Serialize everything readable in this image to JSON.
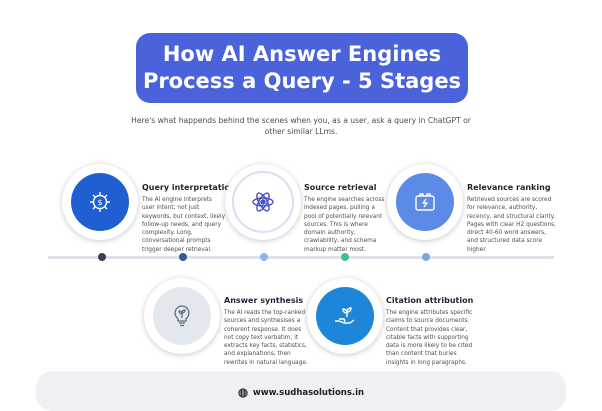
{
  "title": {
    "line1": "How AI Answer Engines",
    "line2": "Process a Query - 5 Stages"
  },
  "intro": "Here's what happends behind the scenes when you, as a user, ask a query in ChatGPT or other similar LLms.",
  "stages": [
    {
      "title": "Query interpretation",
      "description": "The AI engine interprets user intent; not just keywords, but context, likely follow-up needs, and query complexity. Long, conversational prompts trigger deeper retrieval.",
      "icon": "gear-dollar-icon",
      "color": "#1f5fd1"
    },
    {
      "title": "Source retrieval",
      "description": "The engine searches across indexed pages, pulling a pool of potentially relevant sources. This is where domain authority, crawlability, and schema markup matter most.",
      "icon": "atom-icon",
      "color": "#4a4fc9"
    },
    {
      "title": "Relevance ranking",
      "description": "Retrieved sources are scored for relevance, authority, recency, and structural clarity. Pages with clear H2 questions, direct 40-60 word answers, and structured data score higher.",
      "icon": "battery-charge-icon",
      "color": "#5b8be6"
    },
    {
      "title": "Answer synthesis",
      "description": "The AI reads the top-ranked sources and synthesises a coherent response. It does not copy text verbatim; it extracts key facts, statistics, and explanations, then rewrites in natural language.",
      "icon": "bulb-leaf-icon",
      "color": "#e3e8ef"
    },
    {
      "title": "Citation attribution",
      "description": "The engine attributes specific claims to source documents. Content that provides clear, citable facts with supporting data is more likely to be cited than content that buries insights in long paragraphs.",
      "icon": "hand-plant-icon",
      "color": "#1e86d8"
    }
  ],
  "timeline_dot_colors": [
    "#3a3f55",
    "#2e5f93",
    "#86b8ea",
    "#3fbf8a",
    "#7aa6e0"
  ],
  "footer": {
    "url": "www.sudhasolutions.in",
    "icon": "globe-icon"
  },
  "colors": {
    "title_bg": "#4a63db",
    "timeline": "#dfe2e8",
    "footer_bg": "#eef0f3"
  }
}
